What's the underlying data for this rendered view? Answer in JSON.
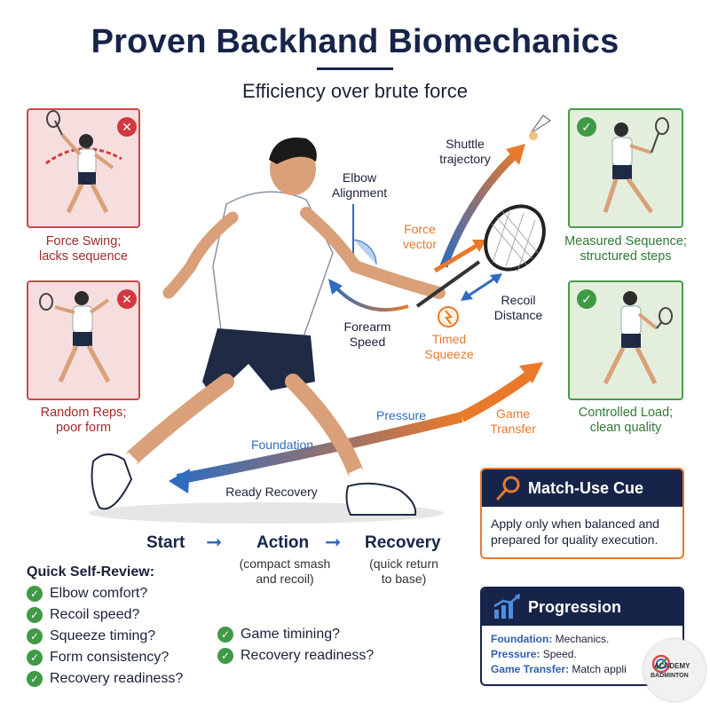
{
  "title": "Proven Backhand Biomechanics",
  "subtitle": "Efficiency over brute force",
  "cards": {
    "force_swing": {
      "caption_1": "Force Swing;",
      "caption_2": "lacks sequence"
    },
    "random_reps": {
      "caption_1": "Random Reps;",
      "caption_2": "poor form"
    },
    "measured_sequence": {
      "caption_1": "Measured Sequence;",
      "caption_2": "structured steps"
    },
    "controlled_load": {
      "caption_1": "Controlled Load;",
      "caption_2": "clean quality"
    }
  },
  "labels": {
    "shuttle_1": "Shuttle",
    "shuttle_2": "trajectory",
    "elbow_1": "Elbow",
    "elbow_2": "Alignment",
    "force_1": "Force",
    "force_2": "vector",
    "recoil_1": "Recoil",
    "recoil_2": "Distance",
    "forearm_1": "Forearm",
    "forearm_2": "Speed",
    "timed_1": "Timed",
    "timed_2": "Squeeze",
    "pressure": "Pressure",
    "game_1": "Game",
    "game_2": "Transfer",
    "foundation": "Foundation",
    "ready_recovery": "Ready Recovery"
  },
  "flow": {
    "start": "Start",
    "action": "Action",
    "action_sub_1": "(compact smash",
    "action_sub_2": "and recoil)",
    "recovery": "Recovery",
    "recovery_sub_1": "(quick return",
    "recovery_sub_2": "to base)"
  },
  "review": {
    "title": "Quick Self-Review:",
    "left": [
      "Elbow comfort?",
      "Recoil speed?",
      "Squeeze timing?",
      "Form consistency?",
      "Recovery readiness?"
    ],
    "right": [
      "Game timining?",
      "Recovery readiness?"
    ]
  },
  "cue": {
    "title": "Match-Use Cue",
    "text": "Apply only when balanced and prepared for quality execution."
  },
  "progression": {
    "title": "Progression",
    "lines": [
      {
        "key": "Foundation:",
        "value": "Mechanics."
      },
      {
        "key": "Pressure:",
        "value": "Speed."
      },
      {
        "key": "Game Transfer:",
        "value": "Match appli"
      }
    ]
  },
  "logo": {
    "line_1": "ACADEMY",
    "line_2": "BADMINTON"
  },
  "colors": {
    "navy": "#17244a",
    "orange": "#e9792b",
    "blue": "#2f6bbf",
    "bad_red": "#c9474b",
    "good_green": "#4c9a4e"
  }
}
